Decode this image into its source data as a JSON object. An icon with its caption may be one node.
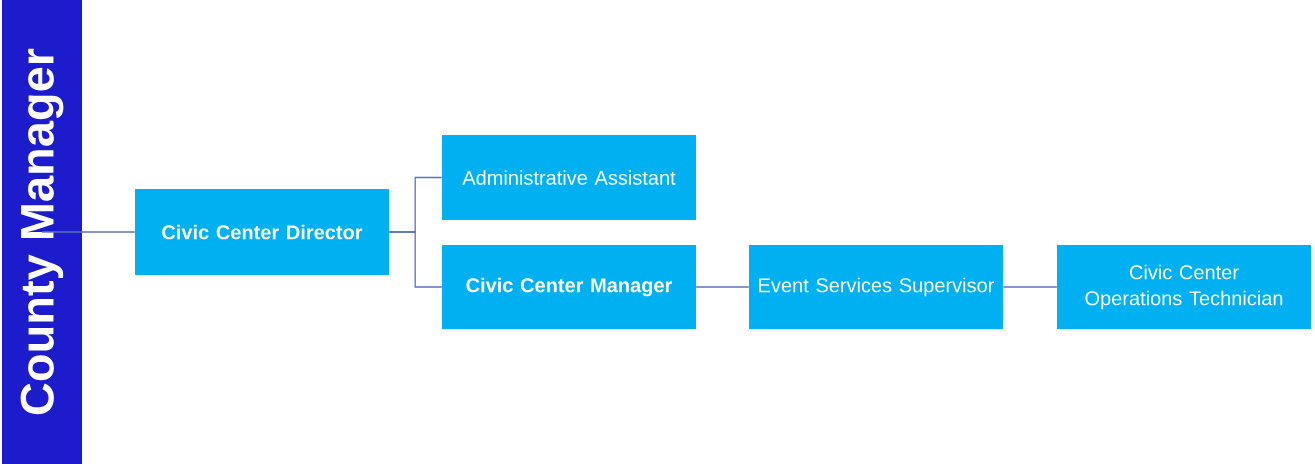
{
  "diagram": {
    "nodes": [
      {
        "text": [
          "County Manager"
        ]
      },
      {
        "text": [
          "Civic Center Director"
        ]
      },
      {
        "text": [
          "Administrative Assistant"
        ]
      },
      {
        "text": [
          "Civic Center Manager"
        ]
      },
      {
        "text": [
          "Event Services Supervisor"
        ]
      },
      {
        "text": [
          "Civic Center Operations Technician"
        ]
      }
    ],
    "edges": [
      {
        "from": 0,
        "to": 1,
        "arrow": "none"
      },
      {
        "from": 1,
        "to": 2,
        "arrow": "none"
      },
      {
        "from": 1,
        "to": 3,
        "arrow": "none"
      },
      {
        "from": 3,
        "to": 4,
        "arrow": "none"
      },
      {
        "from": 4,
        "to": 5,
        "arrow": "none"
      }
    ]
  }
}
